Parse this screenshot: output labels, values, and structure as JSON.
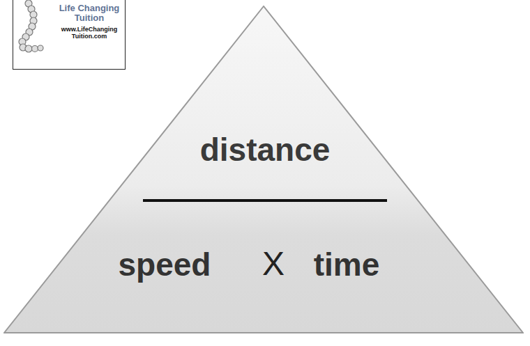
{
  "diagram": {
    "nodes": [
      {
        "text": [
          "Life Changing Tuition",
          "www.LifeChanging Tuition.com"
        ]
      },
      {
        "text": [
          "distance",
          "speed",
          "X",
          "time"
        ]
      }
    ]
  }
}
